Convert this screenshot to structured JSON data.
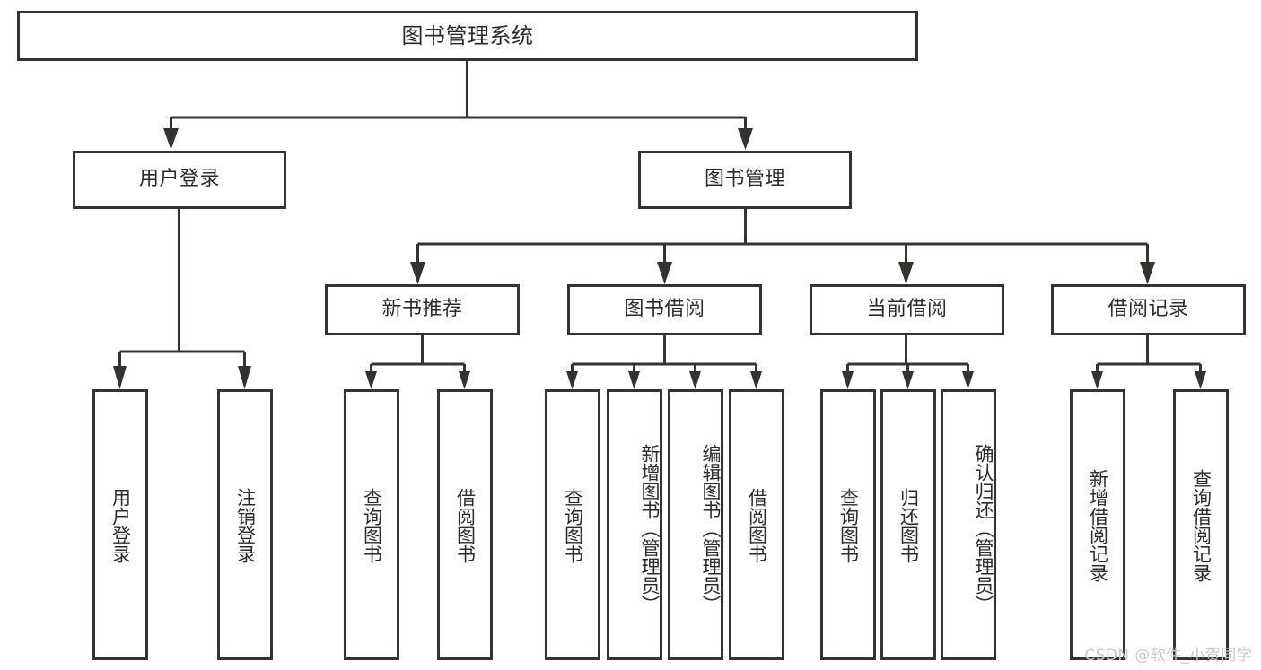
{
  "diagram": {
    "title": "图书管理系统",
    "type": "tree",
    "watermark": "CSDN @软件_小贺同学",
    "nodes": {
      "root": {
        "label": "图书管理系统",
        "level": 1
      },
      "login": {
        "label": "用户登录",
        "level": 2
      },
      "bookmgmt": {
        "label": "图书管理",
        "level": 2
      },
      "newbook": {
        "label": "新书推荐",
        "level": 3
      },
      "borrow": {
        "label": "图书借阅",
        "level": 3
      },
      "current": {
        "label": "当前借阅",
        "level": 3
      },
      "records": {
        "label": "借阅记录",
        "level": 3
      },
      "leaf_login_1": {
        "label": "用户登录",
        "level": 4
      },
      "leaf_login_2": {
        "label": "注销登录",
        "level": 4
      },
      "leaf_new_1": {
        "label": "查询图书",
        "level": 4
      },
      "leaf_new_2": {
        "label": "借阅图书",
        "level": 4
      },
      "leaf_borrow_1": {
        "label": "查询图书",
        "level": 4
      },
      "leaf_borrow_2": {
        "label": "新增图书（管理员）",
        "level": 4
      },
      "leaf_borrow_3": {
        "label": "编辑图书（管理员）",
        "level": 4
      },
      "leaf_borrow_4": {
        "label": "借阅图书",
        "level": 4
      },
      "leaf_cur_1": {
        "label": "查询图书",
        "level": 4
      },
      "leaf_cur_2": {
        "label": "归还图书",
        "level": 4
      },
      "leaf_cur_3": {
        "label": "确认归还（管理员）",
        "level": 4
      },
      "leaf_rec_1": {
        "label": "新增借阅记录",
        "level": 4
      },
      "leaf_rec_2": {
        "label": "查询借阅记录",
        "level": 4
      }
    },
    "edges": [
      {
        "from": "root",
        "to": "login"
      },
      {
        "from": "root",
        "to": "bookmgmt"
      },
      {
        "from": "login",
        "to": "leaf_login_1"
      },
      {
        "from": "login",
        "to": "leaf_login_2"
      },
      {
        "from": "bookmgmt",
        "to": "newbook"
      },
      {
        "from": "bookmgmt",
        "to": "borrow"
      },
      {
        "from": "bookmgmt",
        "to": "current"
      },
      {
        "from": "bookmgmt",
        "to": "records"
      },
      {
        "from": "newbook",
        "to": "leaf_new_1"
      },
      {
        "from": "newbook",
        "to": "leaf_new_2"
      },
      {
        "from": "borrow",
        "to": "leaf_borrow_1"
      },
      {
        "from": "borrow",
        "to": "leaf_borrow_2"
      },
      {
        "from": "borrow",
        "to": "leaf_borrow_3"
      },
      {
        "from": "borrow",
        "to": "leaf_borrow_4"
      },
      {
        "from": "current",
        "to": "leaf_cur_1"
      },
      {
        "from": "current",
        "to": "leaf_cur_2"
      },
      {
        "from": "current",
        "to": "leaf_cur_3"
      },
      {
        "from": "records",
        "to": "leaf_rec_1"
      },
      {
        "from": "records",
        "to": "leaf_rec_2"
      }
    ],
    "colors": {
      "box_stroke": "#33332f",
      "box_fill": "#ffffff",
      "text": "#2b2b2b",
      "background": "#ffffff",
      "watermark": "#c9c9c9"
    }
  }
}
